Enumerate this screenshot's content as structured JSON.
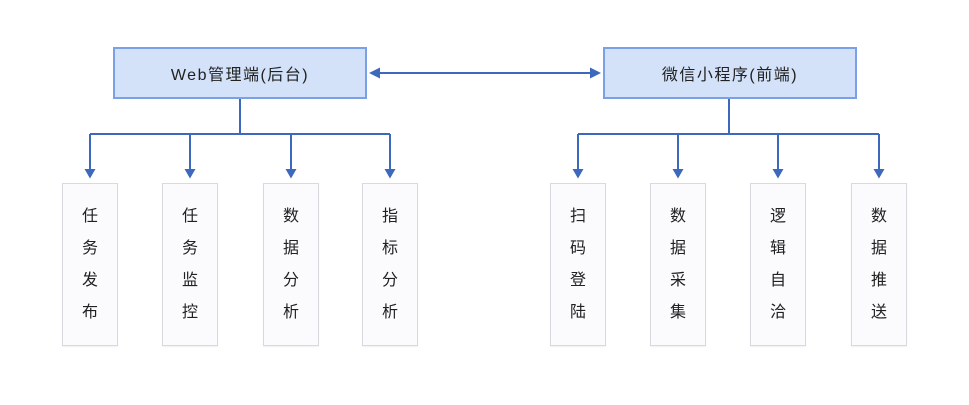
{
  "diagram": {
    "left_panel": {
      "parent_label": "Web管理端(后台)",
      "children": [
        "任务发布",
        "任务监控",
        "数据分析",
        "指标分析"
      ]
    },
    "right_panel": {
      "parent_label": "微信小程序(前端)",
      "children": [
        "扫码登陆",
        "数据采集",
        "逻辑自洽",
        "数据推送"
      ]
    },
    "colors": {
      "connector": "#3c68bd",
      "parent_fill": "#d3e2f9",
      "parent_border": "#7aa0e8",
      "child_fill": "#fbfbfe",
      "child_border": "#d9d9df",
      "label_text": "#212121"
    }
  }
}
